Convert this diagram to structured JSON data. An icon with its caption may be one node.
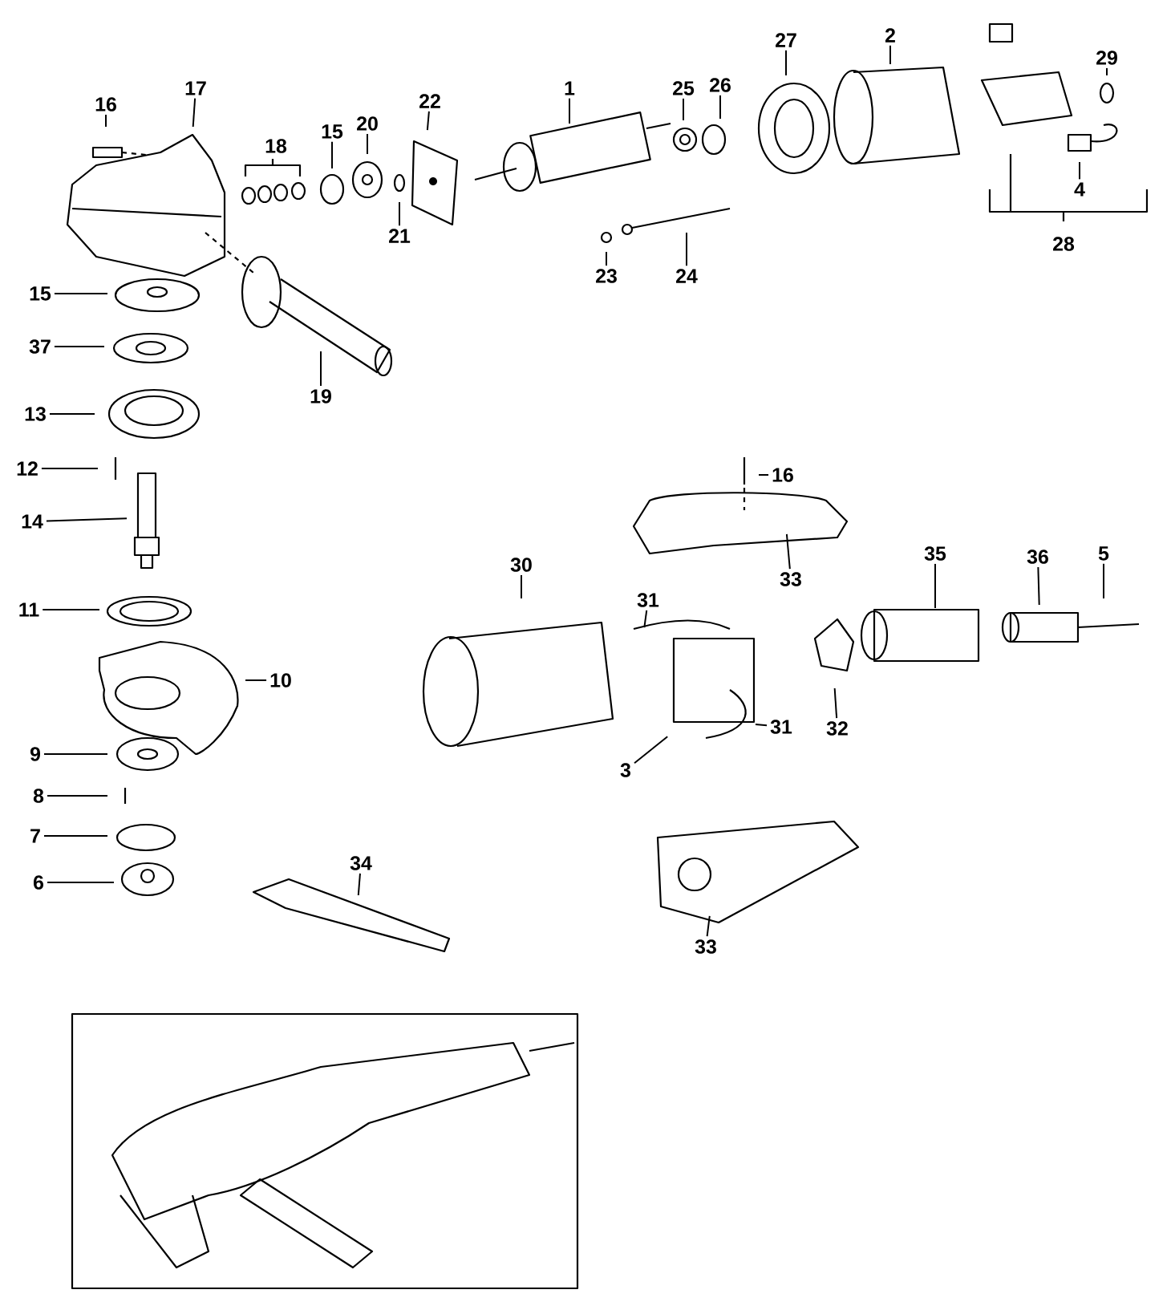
{
  "diagram": {
    "nodes": [
      {
        "text": [
          "16"
        ]
      },
      {
        "text": [
          "17"
        ]
      },
      {
        "text": [
          "15"
        ]
      },
      {
        "text": [
          "20"
        ]
      },
      {
        "text": [
          "22"
        ]
      },
      {
        "text": [
          "1"
        ]
      },
      {
        "text": [
          "25"
        ]
      },
      {
        "text": [
          "26"
        ]
      },
      {
        "text": [
          "27"
        ]
      },
      {
        "text": [
          "2"
        ]
      },
      {
        "text": [
          "29"
        ]
      },
      {
        "text": [
          "4"
        ]
      },
      {
        "text": [
          "21"
        ]
      },
      {
        "text": [
          "23"
        ]
      },
      {
        "text": [
          "24"
        ]
      },
      {
        "text": [
          "15"
        ]
      },
      {
        "text": [
          "37"
        ]
      },
      {
        "text": [
          "19"
        ]
      },
      {
        "text": [
          "13"
        ]
      },
      {
        "text": [
          "12"
        ]
      },
      {
        "text": [
          "16"
        ]
      },
      {
        "text": [
          "14"
        ]
      },
      {
        "text": [
          "33"
        ]
      },
      {
        "text": [
          "30"
        ]
      },
      {
        "text": [
          "35"
        ]
      },
      {
        "text": [
          "36"
        ]
      },
      {
        "text": [
          "5"
        ]
      },
      {
        "text": [
          "31"
        ]
      },
      {
        "text": [
          "11"
        ]
      },
      {
        "text": [
          "10"
        ]
      },
      {
        "text": [
          "31"
        ]
      },
      {
        "text": [
          "32"
        ]
      },
      {
        "text": [
          "9"
        ]
      },
      {
        "text": [
          "3"
        ]
      },
      {
        "text": [
          "8"
        ]
      },
      {
        "text": [
          "7"
        ]
      },
      {
        "text": [
          "34"
        ]
      },
      {
        "text": [
          "6"
        ]
      },
      {
        "text": [
          "33"
        ]
      }
    ],
    "edges": [
      {
        "from": 0,
        "to": null,
        "arrow": "none"
      },
      {
        "from": 1,
        "to": null,
        "arrow": "none"
      },
      {
        "from": 2,
        "to": null,
        "arrow": "none"
      },
      {
        "from": 3,
        "to": null,
        "arrow": "none"
      },
      {
        "from": 4,
        "to": null,
        "arrow": "none"
      },
      {
        "from": 5,
        "to": null,
        "arrow": "none"
      },
      {
        "from": 6,
        "to": null,
        "arrow": "none"
      },
      {
        "from": 7,
        "to": null,
        "arrow": "none"
      },
      {
        "from": 8,
        "to": null,
        "arrow": "none"
      },
      {
        "from": 9,
        "to": null,
        "arrow": "none"
      },
      {
        "from": 10,
        "to": null,
        "arrow": "none"
      },
      {
        "from": 11,
        "to": null,
        "arrow": "none"
      },
      {
        "from": 12,
        "to": null,
        "arrow": "none"
      },
      {
        "from": 13,
        "to": null,
        "arrow": "none"
      },
      {
        "from": 14,
        "to": null,
        "arrow": "none"
      },
      {
        "from": 15,
        "to": null,
        "arrow": "none"
      },
      {
        "from": 16,
        "to": null,
        "arrow": "none"
      },
      {
        "from": 17,
        "to": null,
        "arrow": "none"
      },
      {
        "from": 18,
        "to": null,
        "arrow": "none"
      },
      {
        "from": 19,
        "to": null,
        "arrow": "none"
      },
      {
        "from": 20,
        "to": null,
        "arrow": "none"
      },
      {
        "from": 21,
        "to": null,
        "arrow": "none"
      },
      {
        "from": 22,
        "to": null,
        "arrow": "none"
      },
      {
        "from": 23,
        "to": null,
        "arrow": "none"
      },
      {
        "from": 24,
        "to": null,
        "arrow": "none"
      },
      {
        "from": 25,
        "to": null,
        "arrow": "none"
      },
      {
        "from": 26,
        "to": null,
        "arrow": "none"
      },
      {
        "from": 27,
        "to": null,
        "arrow": "none"
      },
      {
        "from": 28,
        "to": null,
        "arrow": "none"
      },
      {
        "from": 29,
        "to": null,
        "arrow": "none"
      },
      {
        "from": 30,
        "to": null,
        "arrow": "none"
      },
      {
        "from": 31,
        "to": null,
        "arrow": "none"
      },
      {
        "from": 32,
        "to": null,
        "arrow": "none"
      },
      {
        "from": 33,
        "to": null,
        "arrow": "none"
      },
      {
        "from": 34,
        "to": null,
        "arrow": "none"
      },
      {
        "from": 35,
        "to": null,
        "arrow": "none"
      },
      {
        "from": 36,
        "to": null,
        "arrow": "none"
      },
      {
        "from": 37,
        "to": null,
        "arrow": "none"
      },
      {
        "from": 38,
        "to": null,
        "arrow": "none"
      }
    ],
    "labels": [
      "18",
      "28"
    ]
  }
}
